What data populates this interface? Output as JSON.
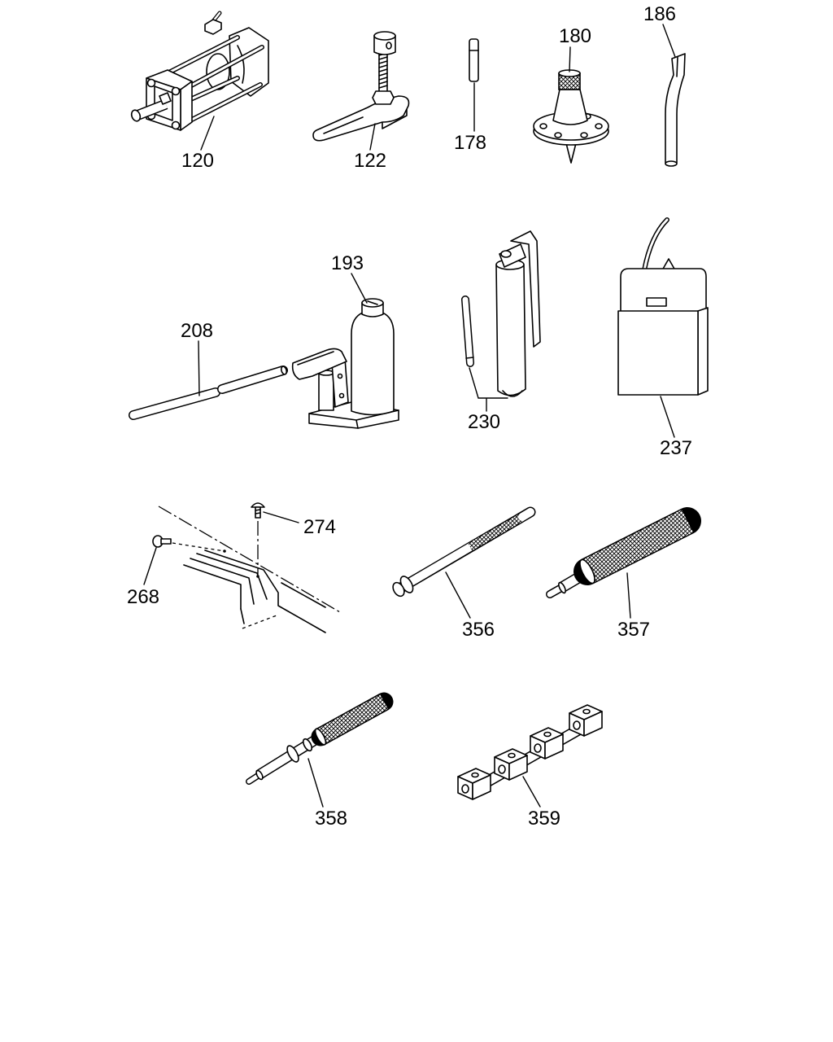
{
  "callouts": [
    "120",
    "122",
    "178",
    "180",
    "186",
    "193",
    "208",
    "230",
    "237",
    "274",
    "268",
    "356",
    "357",
    "358",
    "359"
  ]
}
